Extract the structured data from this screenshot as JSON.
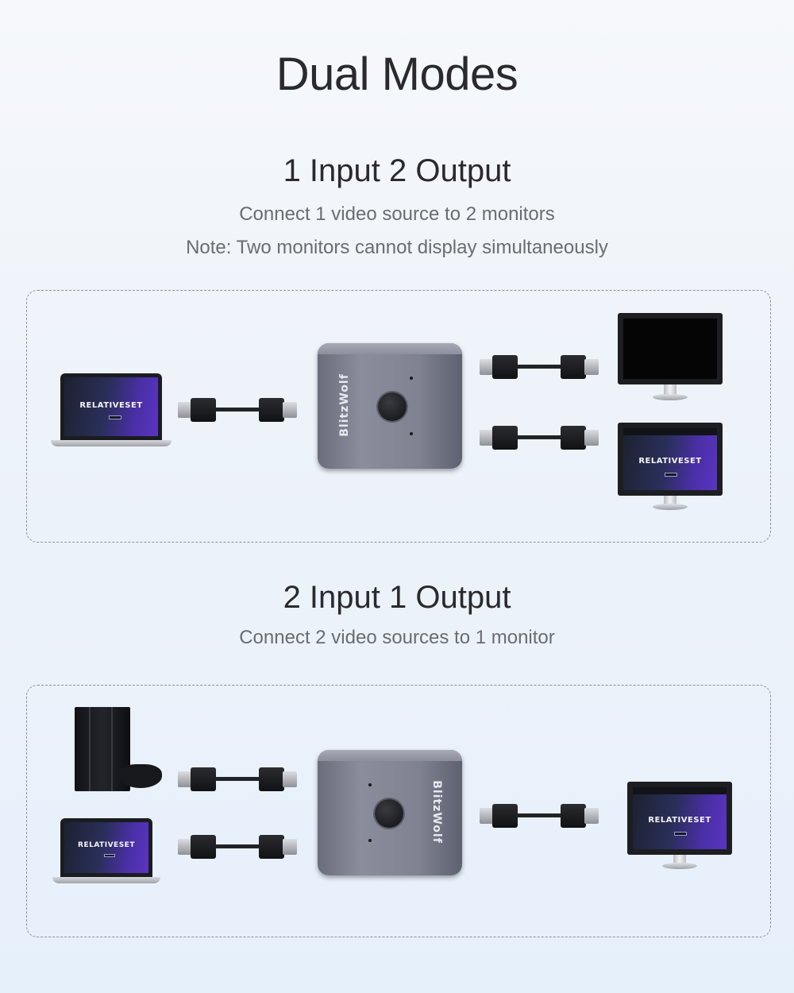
{
  "title": "Dual Modes",
  "mode1": {
    "heading": "1 Input 2 Output",
    "line1": "Connect 1 video source to 2 monitors",
    "line2": "Note: Two monitors cannot display simultaneously"
  },
  "mode2": {
    "heading": "2 Input 1 Output",
    "line1": "Connect 2 video sources to 1 monitor"
  },
  "device": {
    "brand": "BlitzWolf",
    "screen_brand": "RELATIVESET"
  }
}
